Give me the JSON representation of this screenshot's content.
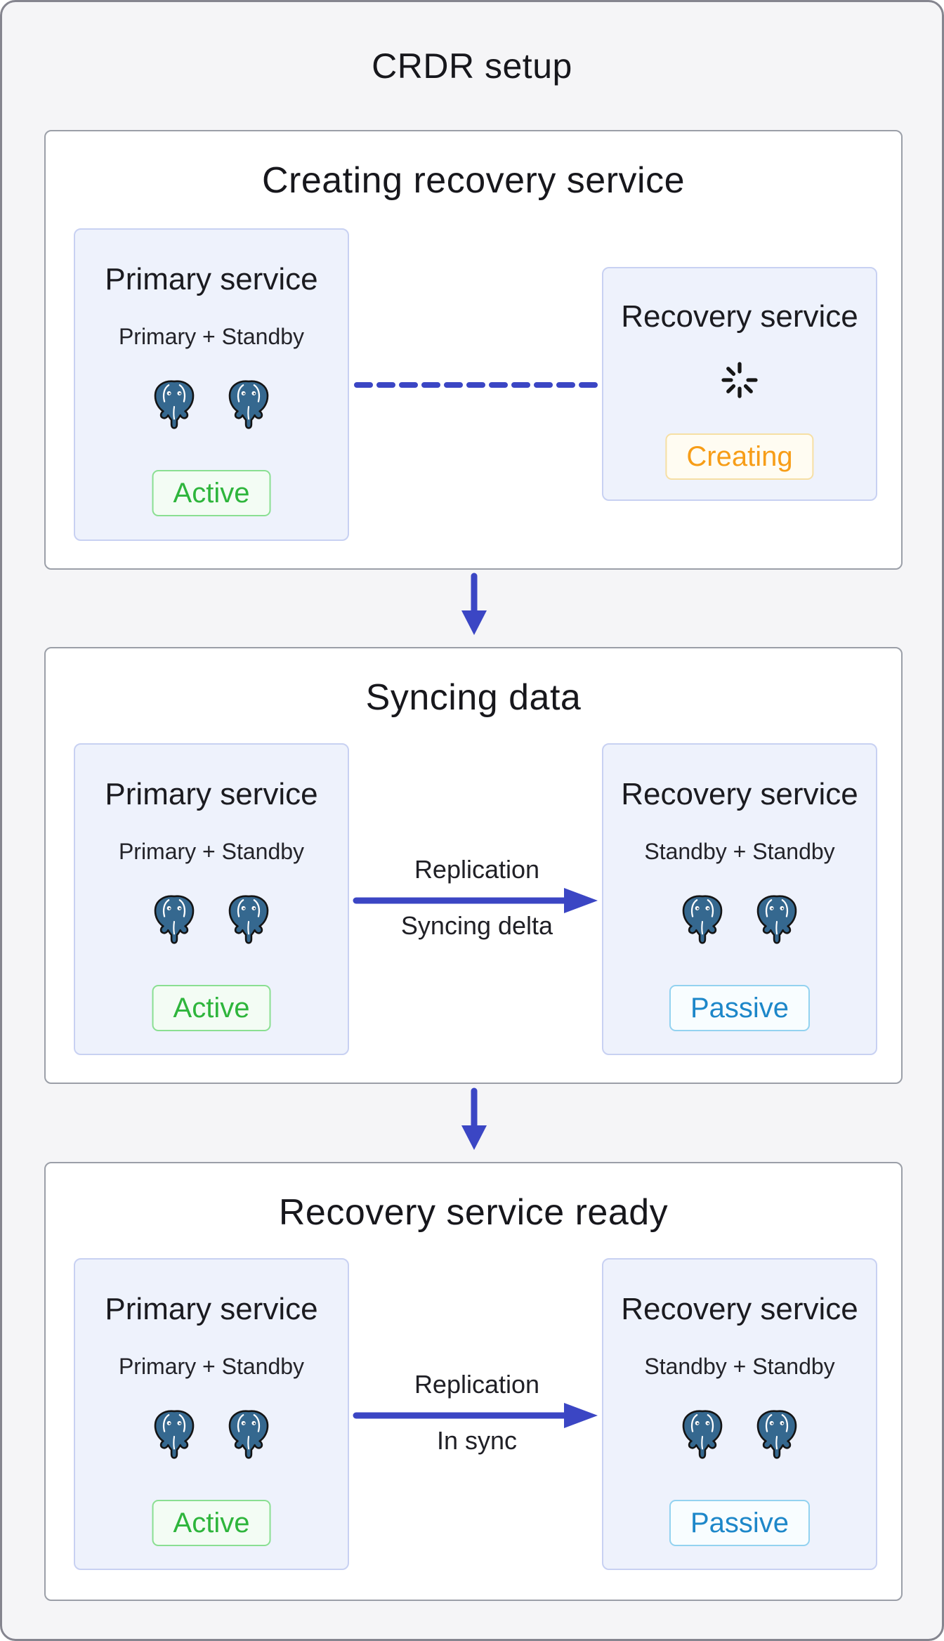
{
  "page": {
    "title": "CRDR setup"
  },
  "colors": {
    "page_background": "#f5f5f7",
    "section_background": "#ffffff",
    "card_background": "#eef2fc",
    "card_border": "#c8d1f2",
    "accent_blue": "#3b46c4",
    "postgres_blue": "#35688f",
    "status_active_green": "#2eb53c",
    "status_creating_orange": "#f79d17",
    "status_passive_blue": "#1d87c9"
  },
  "icons": {
    "postgres": "postgres-elephant-icon",
    "loading": "loading-spinner-icon",
    "flow": "arrow-down-icon",
    "replication": "arrow-right-icon"
  },
  "sections": [
    {
      "title": "Creating recovery service",
      "primary_card": {
        "title": "Primary service",
        "subtitle": "Primary + Standby",
        "instance_count": 2,
        "status": "Active"
      },
      "recovery_card": {
        "title": "Recovery service",
        "status": "Creating",
        "loading": true
      },
      "connector": {
        "type": "dashed-line"
      }
    },
    {
      "title": "Syncing data",
      "primary_card": {
        "title": "Primary service",
        "subtitle": "Primary + Standby",
        "instance_count": 2,
        "status": "Active"
      },
      "recovery_card": {
        "title": "Recovery service",
        "subtitle": "Standby + Standby",
        "instance_count": 2,
        "status": "Passive"
      },
      "connector": {
        "type": "arrow",
        "label_top": "Replication",
        "label_bottom": "Syncing delta"
      }
    },
    {
      "title": "Recovery service ready",
      "primary_card": {
        "title": "Primary service",
        "subtitle": "Primary + Standby",
        "instance_count": 2,
        "status": "Active"
      },
      "recovery_card": {
        "title": "Recovery service",
        "subtitle": "Standby + Standby",
        "instance_count": 2,
        "status": "Passive"
      },
      "connector": {
        "type": "arrow",
        "label_top": "Replication",
        "label_bottom": "In sync"
      }
    }
  ]
}
